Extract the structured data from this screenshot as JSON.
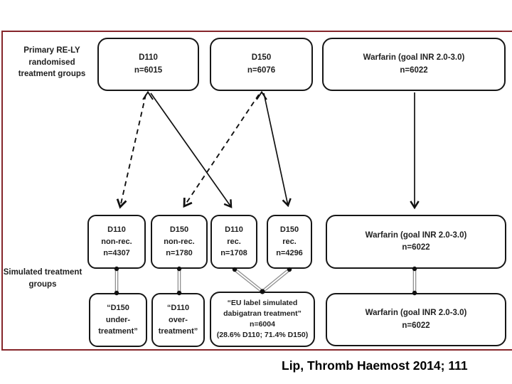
{
  "labels": {
    "primary": "Primary RE-LY\nrandomised\ntreatment groups",
    "simulated": "Simulated treatment\ngroups"
  },
  "top_boxes": [
    {
      "text": "D110\nn=6015"
    },
    {
      "text": "D150\nn=6076"
    },
    {
      "text": "Warfarin (goal INR 2.0-3.0)\nn=6022"
    }
  ],
  "middle_boxes": [
    {
      "text": "D110\nnon-rec.\nn=4307"
    },
    {
      "text": "D150\nnon-rec.\nn=1780"
    },
    {
      "text": "D110\nrec.\nn=1708"
    },
    {
      "text": "D150\nrec.\nn=4296"
    },
    {
      "text": "Warfarin (goal INR 2.0-3.0)\nn=6022"
    }
  ],
  "bottom_boxes": [
    {
      "text": "“D150\nunder-\ntreatment”"
    },
    {
      "text": "“D110\nover-\ntreatment”"
    },
    {
      "text": "“EU label simulated\ndabigatran treatment”\nn=6004\n(28.6% D110; 71.4% D150)"
    },
    {
      "text": "Warfarin (goal INR 2.0-3.0)\nn=6022"
    }
  ],
  "caption": "Lip, Thromb Haemost 2014; 111",
  "colors": {
    "frame": "#85252a",
    "box_border": "#161616",
    "connector_gray": "#8f8f8f",
    "arrow_black": "#111111"
  }
}
